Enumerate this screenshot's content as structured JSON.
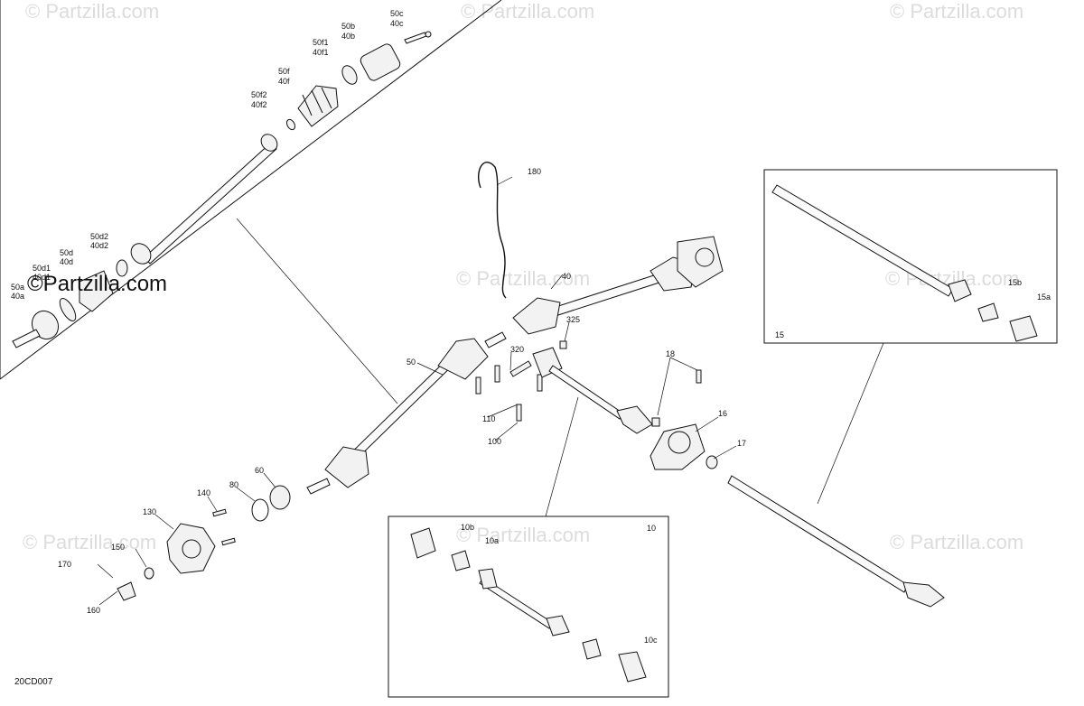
{
  "diagram": {
    "code": "20CD007",
    "watermark": "© Partzilla.com",
    "watermark_main": "©Partzilla.com",
    "labels": {
      "l50c40c": [
        "50c",
        "40c"
      ],
      "l50b40b": [
        "50b",
        "40b"
      ],
      "l50f140f1": [
        "50f1",
        "40f1"
      ],
      "l50f40f": [
        "50f",
        "40f"
      ],
      "l50f240f2": [
        "50f2",
        "40f2"
      ],
      "l50d240d2": [
        "50d2",
        "40d2"
      ],
      "l50d40d": [
        "50d",
        "40d"
      ],
      "l50d140d1": [
        "50d1",
        "40d1"
      ],
      "l50a40a": [
        "50a",
        "40a"
      ],
      "l180": "180",
      "l40": "40",
      "l325": "325",
      "l320": "320",
      "l50": "50",
      "l110": "110",
      "l100": "100",
      "l18": "18",
      "l16": "16",
      "l17": "17",
      "l60": "60",
      "l80": "80",
      "l140": "140",
      "l130": "130",
      "l150": "150",
      "l170": "170",
      "l160": "160",
      "l15": "15",
      "l15a": "15a",
      "l15b": "15b",
      "l10": "10",
      "l10a": "10a",
      "l10b": "10b",
      "l10c": "10c"
    }
  }
}
